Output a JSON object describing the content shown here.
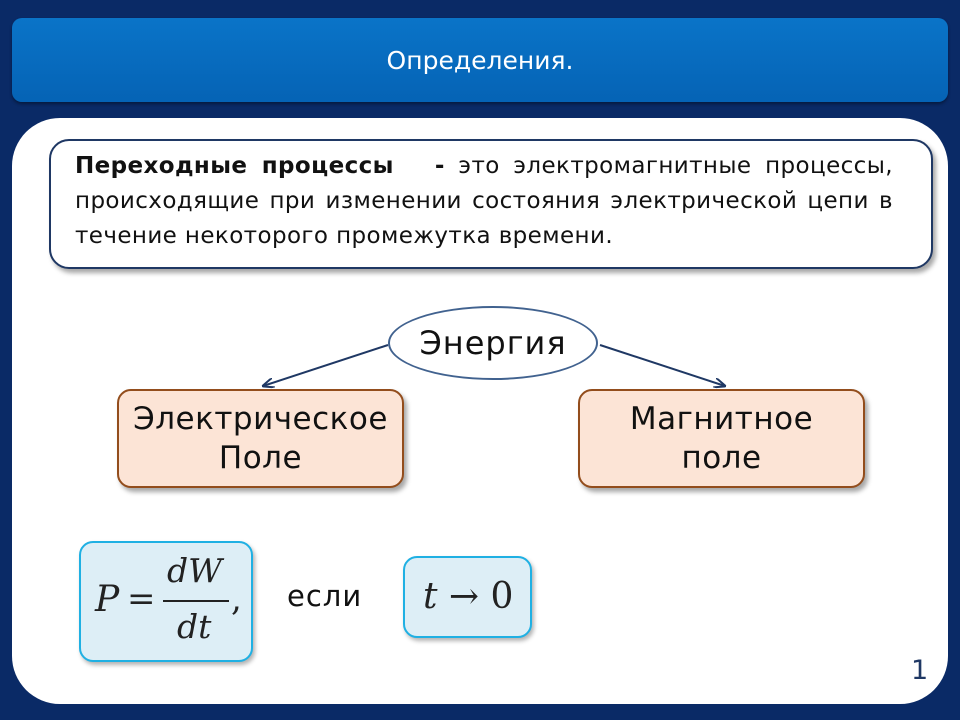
{
  "header": {
    "title": "Определения."
  },
  "definition": {
    "term": "Переходные процессы",
    "dash": "-",
    "text": "это электромагнитные процессы, происходящие при изменении состояния электрической цепи в течение некоторого промежутка времени."
  },
  "diagram": {
    "root_label": "Энергия",
    "left_label": "Электрическое\nПоле",
    "right_label": "Магнитное\nполе"
  },
  "formula": {
    "lhs": "P",
    "eq": "=",
    "numerator": "dW",
    "denominator": "dt",
    "comma": ",",
    "condition_word": "если",
    "condition_var": "t",
    "condition_arrow": "→",
    "condition_limit": "0"
  },
  "page_number": "1",
  "colors": {
    "background": "#0a2a66",
    "header": "#0a74c8",
    "field_fill": "#fce4d6",
    "field_border": "#934d1c",
    "formula_fill": "#ddeef6",
    "formula_border": "#1fb0e3"
  }
}
